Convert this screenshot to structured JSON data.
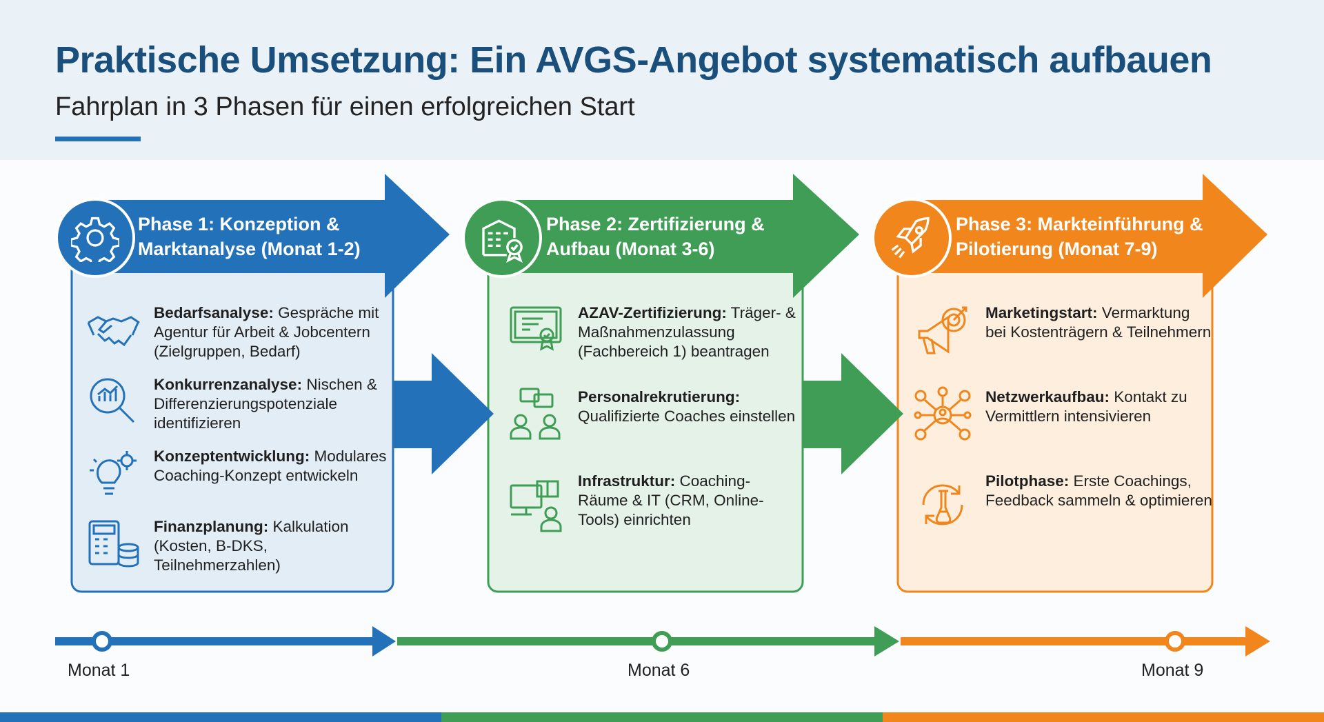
{
  "header": {
    "title": "Praktische Umsetzung: Ein AVGS-Angebot systematisch aufbauen",
    "subtitle": "Fahrplan in 3 Phasen für einen erfolgreichen Start"
  },
  "colors": {
    "blue": "#2371b8",
    "green": "#3f9d55",
    "orange": "#f0861c",
    "title": "#1a4f7c"
  },
  "phases": [
    {
      "title": "Phase 1: Konzeption & Marktanalyse (Monat 1-2)",
      "icon": "gear-icon",
      "items": [
        {
          "icon": "handshake-icon",
          "label": "Bedarfsanalyse:",
          "text": " Gespräche mit Agentur für Arbeit & Jobcentern (Zielgruppen, Bedarf)"
        },
        {
          "icon": "magnifier-chart-icon",
          "label": "Konkurrenzanalyse:",
          "text": " Nischen & Differenzierungspotenziale identifizieren"
        },
        {
          "icon": "lightbulb-gear-icon",
          "label": "Konzeptentwicklung:",
          "text": " Modulares Coaching-Konzept entwickeln"
        },
        {
          "icon": "calculator-icon",
          "label": "Finanzplanung:",
          "text": " Kalkulation (Kosten, B-DKS, Teilnehmerzahlen)"
        }
      ]
    },
    {
      "title": "Phase 2: Zertifizierung & Aufbau (Monat 3-6)",
      "icon": "building-certificate-icon",
      "items": [
        {
          "icon": "certificate-icon",
          "label": "AZAV-Zertifizierung:",
          "text": " Träger- & Maßnahmenzulassung (Fachbereich 1) beantragen"
        },
        {
          "icon": "people-chat-icon",
          "label": "Personalrekrutierung:",
          "text": " Qualifizierte Coaches einstellen"
        },
        {
          "icon": "computer-room-icon",
          "label": "Infrastruktur:",
          "text": " Coaching-Räume & IT (CRM, Online-Tools) einrichten"
        }
      ]
    },
    {
      "title": "Phase 3: Markteinführung & Pilotierung (Monat 7-9)",
      "icon": "rocket-icon",
      "items": [
        {
          "icon": "megaphone-target-icon",
          "label": "Marketingstart:",
          "text": " Vermarktung bei Kostenträgern & Teilnehmern"
        },
        {
          "icon": "network-icon",
          "label": "Netzwerkaufbau:",
          "text": " Kontakt zu Vermittlern intensivieren"
        },
        {
          "icon": "cycle-flask-icon",
          "label": "Pilotphase:",
          "text": " Erste Coachings, Feedback sammeln & optimieren"
        }
      ]
    }
  ],
  "timeline": {
    "labels": [
      "Monat 1",
      "Monat 6",
      "Monat 9"
    ]
  }
}
